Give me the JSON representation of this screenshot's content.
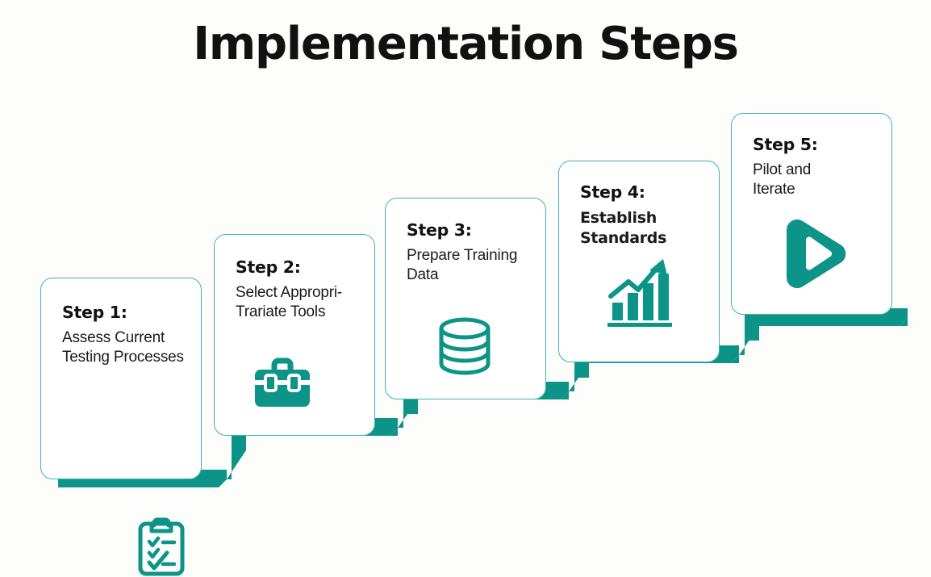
{
  "title": "Implementation Steps",
  "theme": {
    "accent": "#0d9488",
    "accent_border": "#3fb5ab",
    "background": "#fdfdfb",
    "card_background": "#ffffff",
    "text": "#121212"
  },
  "steps": [
    {
      "head": "Step 1:",
      "body": "Assess Current\nTesting Processes",
      "body_bold": false,
      "icon": "clipboard-checklist-icon"
    },
    {
      "head": "Step 2:",
      "body": "Select Appropri-\nTrariate Tools",
      "body_bold": false,
      "icon": "toolbox-icon"
    },
    {
      "head": "Step 3:",
      "body": "Prepare Training\nData",
      "body_bold": false,
      "icon": "database-icon"
    },
    {
      "head": "Step 4:",
      "body": "Establish\nStandards",
      "body_bold": true,
      "icon": "growth-chart-icon"
    },
    {
      "head": "Step 5:",
      "body": "Pilot and\nIterate",
      "body_bold": false,
      "icon": "play-button-icon"
    }
  ]
}
